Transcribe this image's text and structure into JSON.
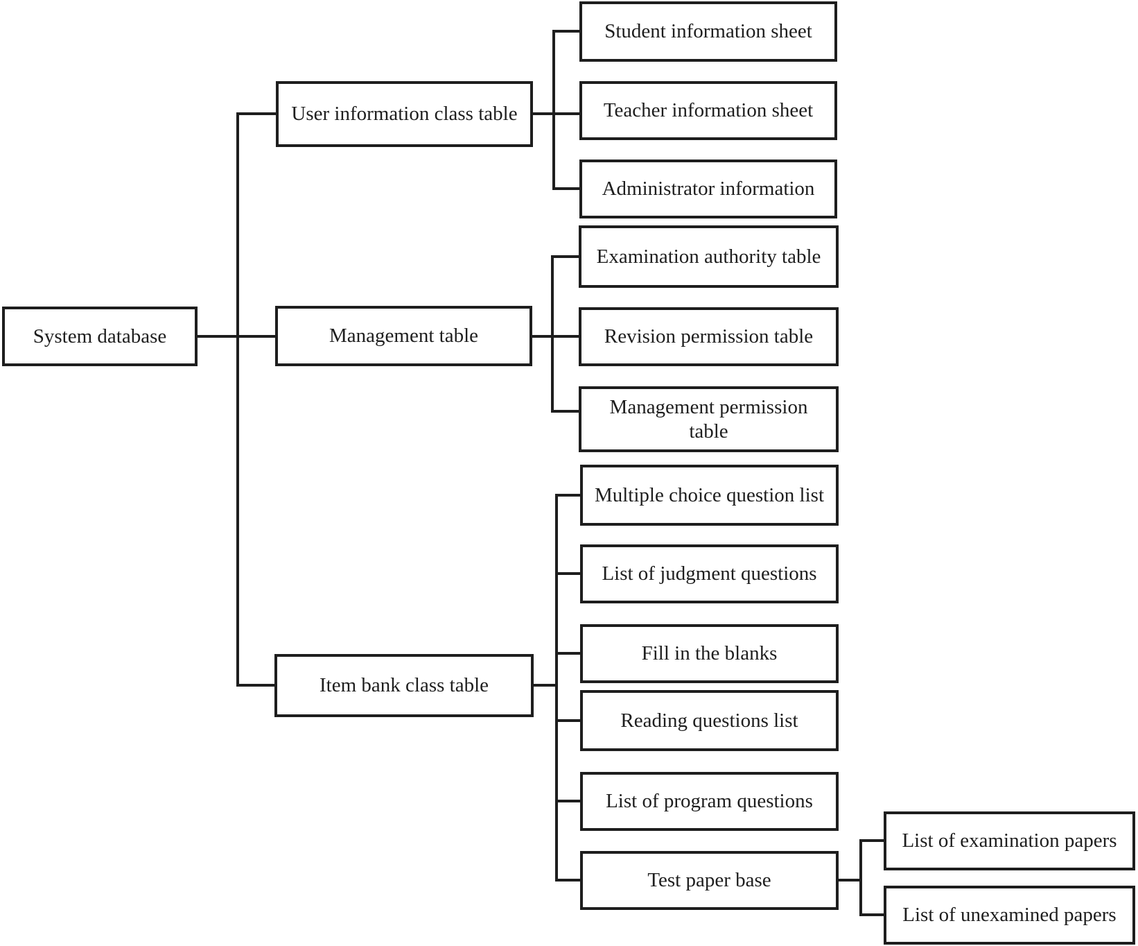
{
  "colors": {
    "background": "#ffffff",
    "box_border": "#1e1e1e",
    "text": "#1e1e1e"
  },
  "tree": {
    "root": {
      "label": "System database",
      "children": [
        {
          "label": "User information class table",
          "children": [
            {
              "label": "Student information sheet"
            },
            {
              "label": "Teacher information sheet"
            },
            {
              "label": "Administrator information"
            }
          ]
        },
        {
          "label": "Management table",
          "children": [
            {
              "label": "Examination authority table"
            },
            {
              "label": "Revision permission table"
            },
            {
              "label": "Management permission table"
            }
          ]
        },
        {
          "label": "Item bank class table",
          "children": [
            {
              "label": "Multiple choice question list"
            },
            {
              "label": "List of judgment questions"
            },
            {
              "label": "Fill in the blanks"
            },
            {
              "label": "Reading questions list"
            },
            {
              "label": "List of program questions"
            },
            {
              "label": "Test paper base",
              "children": [
                {
                  "label": "List of examination papers"
                },
                {
                  "label": "List of unexamined papers"
                }
              ]
            }
          ]
        }
      ]
    }
  }
}
